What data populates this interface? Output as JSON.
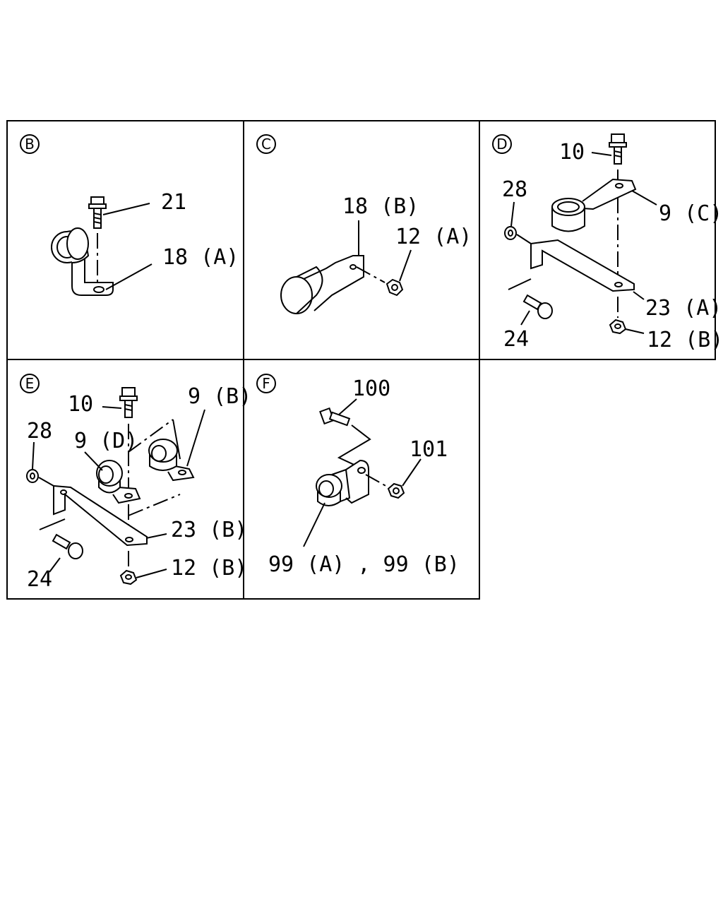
{
  "panels": [
    {
      "id": "B",
      "callouts": [
        "21",
        "18 (A)"
      ]
    },
    {
      "id": "C",
      "callouts": [
        "18 (B)",
        "12 (A)"
      ]
    },
    {
      "id": "D",
      "callouts": [
        "10",
        "28",
        "9 (C)",
        "23 (A)",
        "24",
        "12 (B)"
      ]
    },
    {
      "id": "E",
      "callouts": [
        "10",
        "9 (B)",
        "28",
        "9 (D)",
        "23 (B)",
        "24",
        "12 (B)"
      ]
    },
    {
      "id": "F",
      "callouts": [
        "100",
        "101",
        "99 (A) , 99 (B)"
      ]
    }
  ]
}
